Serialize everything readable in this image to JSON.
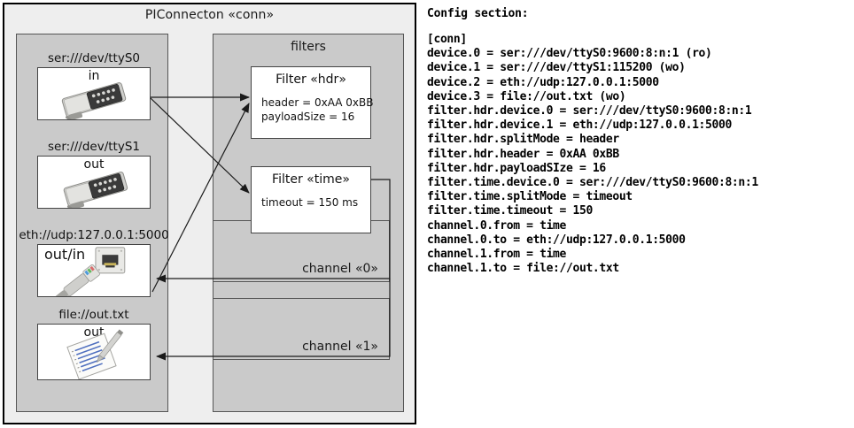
{
  "component": {
    "title": "PIConnecton «conn»",
    "devices_panel": {
      "title": ""
    },
    "filters_panel": {
      "title": "filters"
    }
  },
  "devices": [
    {
      "id": "ttyS0",
      "label": "ser:///dev/ttyS0",
      "direction": "in",
      "icon": "serial-port-icon"
    },
    {
      "id": "ttyS1",
      "label": "ser:///dev/ttyS1",
      "direction": "out",
      "icon": "serial-port-icon"
    },
    {
      "id": "eth",
      "label": "eth://udp:127.0.0.1:5000",
      "direction": "out/in",
      "icon": "ethernet-jack-icon"
    },
    {
      "id": "file",
      "label": "file://out.txt",
      "direction": "out",
      "icon": "text-document-icon"
    }
  ],
  "filters": [
    {
      "id": "hdr",
      "title": "Filter «hdr»",
      "props": "header = 0xAA 0xBB\npayloadSize = 16"
    },
    {
      "id": "time",
      "title": "Filter «time»",
      "props": "timeout = 150 ms"
    }
  ],
  "channels": [
    {
      "id": "0",
      "label": "channel «0»"
    },
    {
      "id": "1",
      "label": "channel «1»"
    }
  ],
  "config": {
    "heading": "Config section:",
    "text": "[conn]\ndevice.0 = ser:///dev/ttyS0:9600:8:n:1 (ro)\ndevice.1 = ser:///dev/ttyS1:115200 (wo)\ndevice.2 = eth://udp:127.0.0.1:5000\ndevice.3 = file://out.txt (wo)\nfilter.hdr.device.0 = ser:///dev/ttyS0:9600:8:n:1\nfilter.hdr.device.1 = eth://udp:127.0.0.1:5000\nfilter.hdr.splitMode = header\nfilter.hdr.header = 0xAA 0xBB\nfilter.hdr.payloadSIze = 16\nfilter.time.device.0 = ser:///dev/ttyS0:9600:8:n:1\nfilter.time.splitMode = timeout\nfilter.time.timeout = 150\nchannel.0.from = time\nchannel.0.to = eth://udp:127.0.0.1:5000\nchannel.1.from = time\nchannel.1.to = file://out.txt"
  },
  "colors": {
    "frame_border": "#000000",
    "frame_fill": "#eeeeee",
    "panel_fill": "#cacaca",
    "panel_border": "#555555",
    "node_fill": "#ffffff",
    "node_border": "#444444",
    "arrow": "#1a1a1a"
  }
}
